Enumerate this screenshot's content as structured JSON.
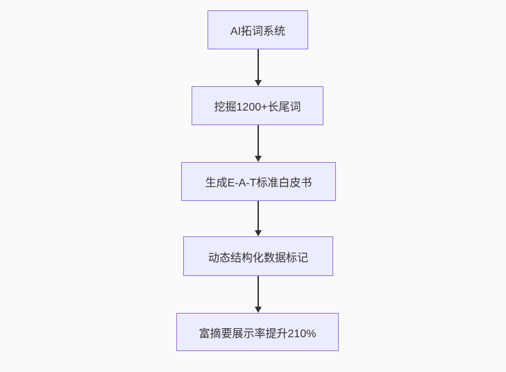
{
  "colors": {
    "background": "#fafafa",
    "node_fill": "#ececff",
    "node_border": "#9370db",
    "node_text": "#333333",
    "arrow": "#333333"
  },
  "flowchart": {
    "type": "flowchart",
    "direction": "top-down",
    "nodes": [
      {
        "id": "n1",
        "label": "AI拓词系统"
      },
      {
        "id": "n2",
        "label": "挖掘1200+长尾词"
      },
      {
        "id": "n3",
        "label": "生成E-A-T标准白皮书"
      },
      {
        "id": "n4",
        "label": "动态结构化数据标记"
      },
      {
        "id": "n5",
        "label": "富摘要展示率提升210%"
      }
    ],
    "edges": [
      {
        "from": "n1",
        "to": "n2"
      },
      {
        "from": "n2",
        "to": "n3"
      },
      {
        "from": "n3",
        "to": "n4"
      },
      {
        "from": "n4",
        "to": "n5"
      }
    ]
  }
}
